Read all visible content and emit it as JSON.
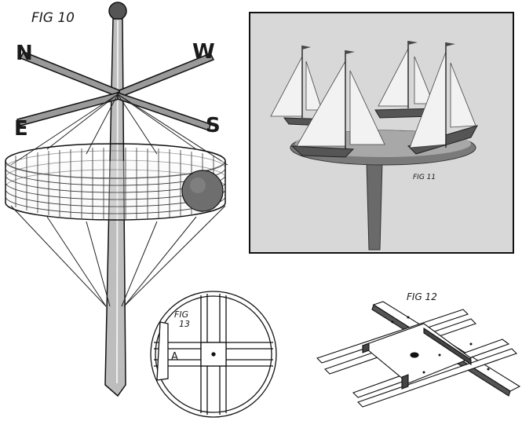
{
  "figures": {
    "fig10": {
      "caption": "FIG 10",
      "directions": {
        "north": "N",
        "west": "W",
        "east": "E",
        "south": "S"
      }
    },
    "fig11": {
      "caption": "FIG 11"
    },
    "fig12": {
      "caption": "FIG 12"
    },
    "fig13": {
      "caption_line1": "FIG",
      "caption_line2": "13",
      "part_label": "A"
    }
  },
  "colors": {
    "ink": "#1a1a1a",
    "photo_bg": "#d8d8d8",
    "paper": "#ffffff"
  }
}
